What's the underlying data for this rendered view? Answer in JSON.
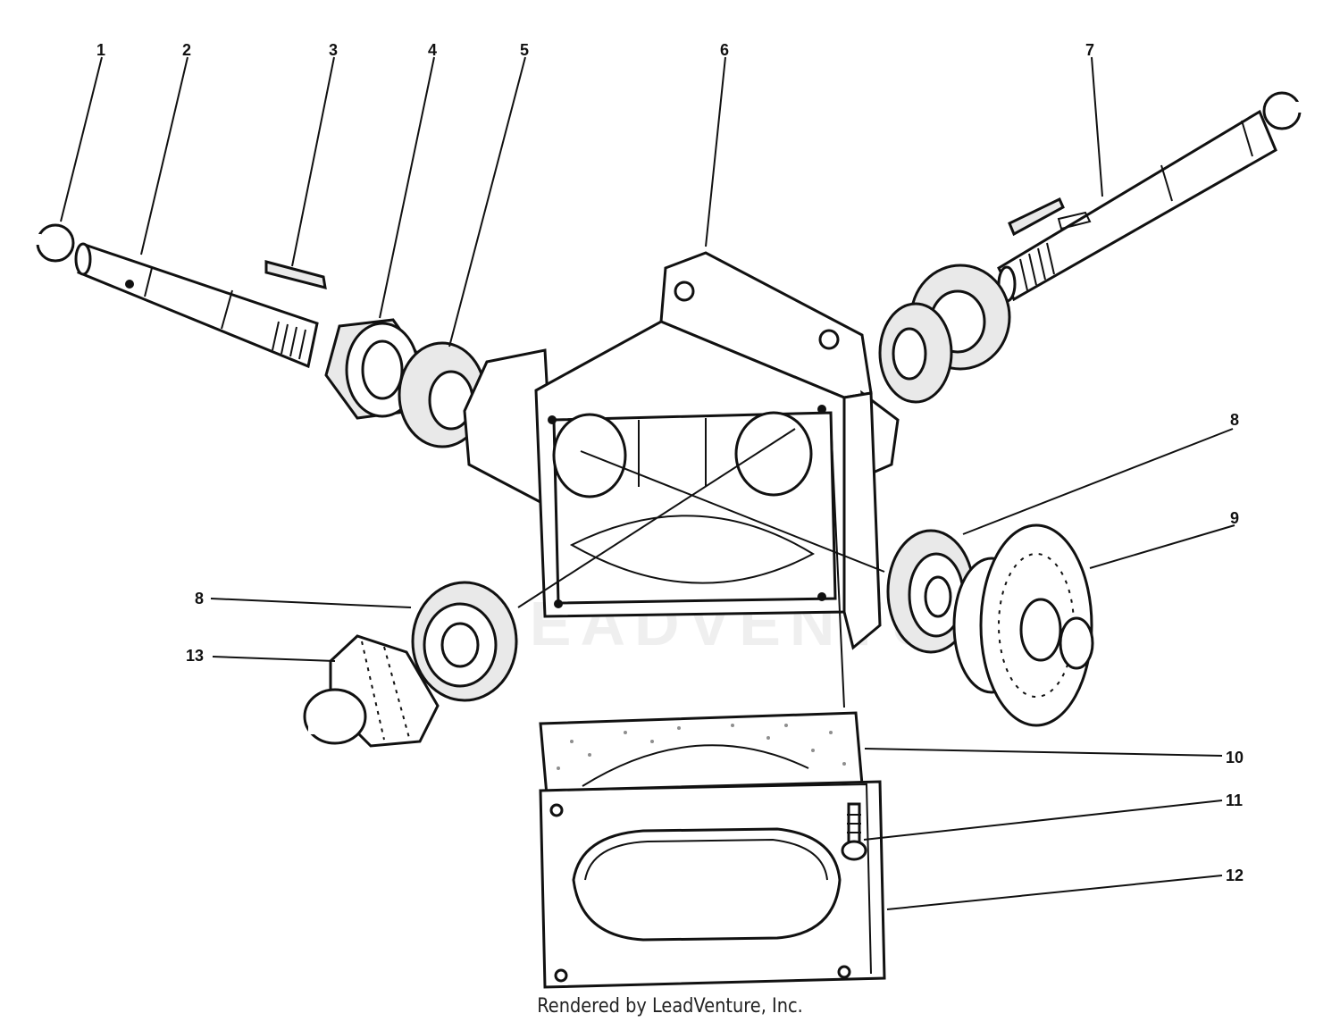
{
  "diagram": {
    "callouts": [
      {
        "id": "c1",
        "label": "1"
      },
      {
        "id": "c2",
        "label": "2"
      },
      {
        "id": "c3",
        "label": "3"
      },
      {
        "id": "c4",
        "label": "4"
      },
      {
        "id": "c5",
        "label": "5"
      },
      {
        "id": "c6",
        "label": "6"
      },
      {
        "id": "c7",
        "label": "7"
      },
      {
        "id": "c8a",
        "label": "8"
      },
      {
        "id": "c9",
        "label": "9"
      },
      {
        "id": "c8b",
        "label": "8"
      },
      {
        "id": "c13",
        "label": "13"
      },
      {
        "id": "c10",
        "label": "10"
      },
      {
        "id": "c11",
        "label": "11"
      },
      {
        "id": "c12",
        "label": "12"
      }
    ],
    "watermark": "LEADVENTURE",
    "footer": "Rendered by LeadVenture, Inc."
  }
}
